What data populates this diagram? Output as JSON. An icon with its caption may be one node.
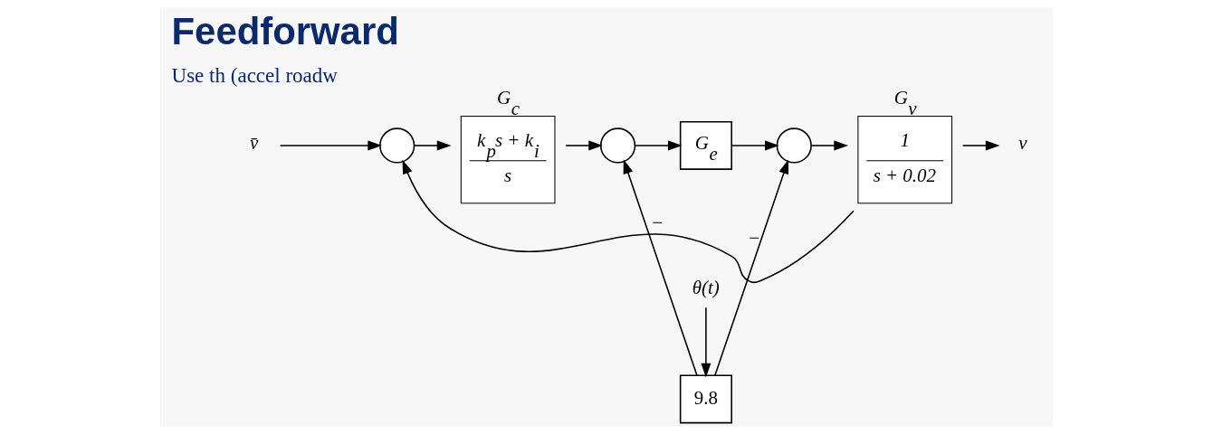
{
  "diagram": {
    "title": "Feedforward",
    "nodes": [
      {
        "text": [
          "v̄"
        ]
      },
      {
        "text": [],
        "shape": "circle"
      },
      {
        "text": [
          "k$_{p}$s + k$_{i}$",
          "s"
        ],
        "beside": [
          "G$_{c}$"
        ]
      },
      {
        "text": [],
        "shape": "circle"
      },
      {
        "text": [
          "G$_{e}$"
        ]
      },
      {
        "text": [],
        "shape": "circle"
      },
      {
        "text": [
          "9.8"
        ]
      },
      {
        "text": [
          "θ(t)"
        ]
      },
      {
        "text": [
          "1",
          "s + 0.02"
        ],
        "beside": [
          "G$_{v}$"
        ]
      },
      {
        "text": [
          "v"
        ]
      }
    ],
    "edges": [
      {
        "from": 0,
        "to": 1,
        "arrow": "to"
      },
      {
        "from": 1,
        "to": 2,
        "arrow": "to"
      },
      {
        "from": 2,
        "to": 3,
        "arrow": "to"
      },
      {
        "from": 3,
        "to": 4,
        "arrow": "to"
      },
      {
        "from": 4,
        "to": 5,
        "arrow": "to"
      },
      {
        "from": 5,
        "to": 8,
        "arrow": "to"
      },
      {
        "from": 7,
        "to": 6,
        "arrow": "to"
      },
      {
        "from": 6,
        "to": 5,
        "arrow": "to",
        "label": "−"
      },
      {
        "from": 6,
        "to": 3,
        "arrow": "to"
      },
      {
        "from": 8,
        "to": 9,
        "arrow": "to"
      },
      {
        "from": 8,
        "to": 1,
        "arrow": "to",
        "label": "−"
      }
    ],
    "labels": [
      "Use th (accel roadw"
    ]
  }
}
